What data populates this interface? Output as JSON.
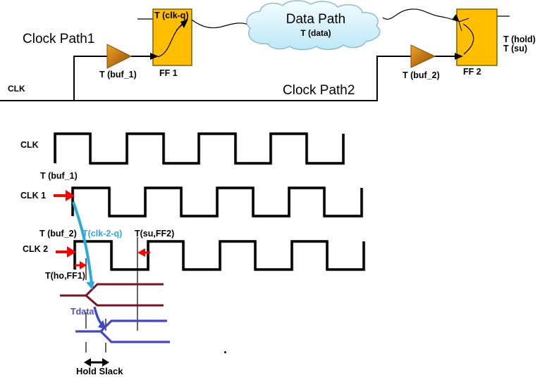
{
  "schematic": {
    "clock_path1": "Clock Path1",
    "clk": "CLK",
    "buffer1": "T (buf_1)",
    "ff1": "FF 1",
    "t_clk_q": "T (clk-q)",
    "cloud_title": "Data Path",
    "cloud_delay": "T (data)",
    "clock_path2": "Clock Path2",
    "buffer2": "T (buf_2)",
    "ff2": "FF 2",
    "t_hold": "T (hold)",
    "t_su": "T (su)"
  },
  "timing": {
    "clk": "CLK",
    "t_buf1": "T (buf_1)",
    "clk1": "CLK 1",
    "t_buf2": "T (buf_2)",
    "t_clk_2_q": "T(clk-2-q)",
    "t_su_ff2": "T(su,FF2)",
    "clk2": "CLK 2",
    "t_ho_ff1": "T(ho,FF1)",
    "tdata": "Tdata",
    "hold_slack": "Hold Slack",
    "dot": "."
  },
  "colors": {
    "signal_black": "#000000",
    "ff_fill": "#FFBF00",
    "ff_border": "#7F6000",
    "ff1_data_maroon": "#7C1322",
    "ff2_data_blue": "#4147C8",
    "clk2q_cyan": "#2FA8DE",
    "tdata_text_blue": "#4E4EC8",
    "arrow_red": "#FF0000",
    "cloud_fill": "#BDE8F7",
    "cloud_stroke": "#90BDD1",
    "buffer_orange": "#F5A127",
    "buffer_dark": "#8A4E04"
  }
}
